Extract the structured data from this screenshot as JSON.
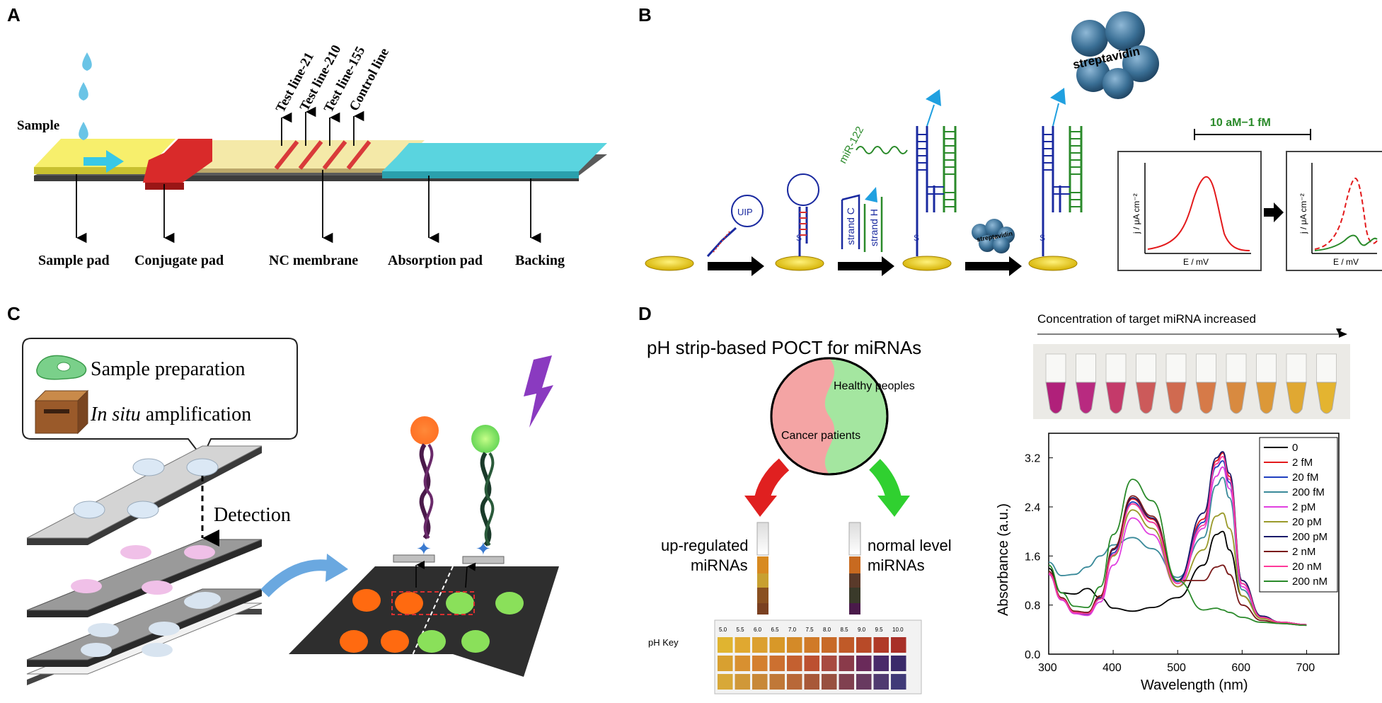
{
  "panels": {
    "a": {
      "letter": "A",
      "sample": "Sample",
      "test_lines": [
        "Test line-21",
        "Test line-210",
        "Test line-155",
        "Control  line"
      ],
      "parts": [
        "Sample pad",
        "Conjugate pad",
        "NC membrane",
        "Absorption pad",
        "Backing"
      ]
    },
    "b": {
      "letter": "B",
      "uip": "UIP",
      "thiol": "S",
      "mirna": "miR-122",
      "strand_c": "strand C",
      "strand_h": "strand H",
      "streptavidin": "streptavidin",
      "range": "10 aM−1 fM",
      "ylabel": "j / μA cm⁻²",
      "xlabel": "E / mV"
    },
    "c": {
      "letter": "C",
      "sample_prep": "Sample preparation",
      "in_situ": "In situ",
      "amplification": " amplification",
      "detection": "Detection"
    },
    "d": {
      "letter": "D",
      "title": "pH strip-based POCT for miRNAs",
      "healthy": "Healthy peoples",
      "cancer": "Cancer patients",
      "up1": "up-regulated",
      "up2": "miRNAs",
      "norm1": "normal level",
      "norm2": "miRNAs",
      "ph_key": "pH Key",
      "ph_values": [
        "5.0",
        "5.5",
        "6.0",
        "6.5",
        "7.0",
        "7.5",
        "8.0",
        "8.5",
        "9.0",
        "9.5",
        "10.0"
      ],
      "concentration": "Concentration of target miRNA increased",
      "tube_colors": [
        "#b0207a",
        "#b82a80",
        "#c43a6a",
        "#cc5a5a",
        "#d06a50",
        "#d67a48",
        "#d88a40",
        "#dc9838",
        "#e0a832",
        "#e4b430"
      ]
    }
  },
  "chart_data": {
    "type": "line",
    "xlabel": "Wavelength (nm)",
    "ylabel": "Absorbance (a.u.)",
    "xlim": [
      300,
      750
    ],
    "ylim": [
      0.0,
      3.6
    ],
    "xticks": [
      300,
      400,
      500,
      600,
      700
    ],
    "yticks": [
      0.0,
      0.8,
      1.6,
      2.4,
      3.2
    ],
    "legend_position": "top-right",
    "series": [
      {
        "name": "0",
        "color": "#000000",
        "x": [
          300,
          320,
          340,
          360,
          380,
          400,
          430,
          460,
          500,
          540,
          560,
          570,
          580,
          600,
          630,
          660,
          700
        ],
        "y": [
          1.4,
          1.0,
          0.98,
          1.07,
          0.92,
          0.75,
          0.7,
          0.76,
          0.92,
          1.45,
          1.95,
          2.0,
          1.7,
          0.95,
          0.6,
          0.52,
          0.48
        ]
      },
      {
        "name": "2 fM",
        "color": "#e31a1c",
        "x": [
          300,
          320,
          340,
          360,
          380,
          400,
          430,
          460,
          500,
          540,
          560,
          570,
          580,
          600,
          630,
          660,
          700
        ],
        "y": [
          1.3,
          0.9,
          0.68,
          0.65,
          0.9,
          1.7,
          2.53,
          2.2,
          1.2,
          2.2,
          3.15,
          3.28,
          2.9,
          1.2,
          0.62,
          0.52,
          0.48
        ]
      },
      {
        "name": "20 fM",
        "color": "#1f3fbf",
        "x": [
          300,
          320,
          340,
          360,
          380,
          400,
          430,
          460,
          500,
          540,
          560,
          570,
          580,
          600,
          630,
          660,
          700
        ],
        "y": [
          1.3,
          0.9,
          0.68,
          0.65,
          0.9,
          1.65,
          2.48,
          2.15,
          1.18,
          2.15,
          3.05,
          3.15,
          2.8,
          1.15,
          0.62,
          0.52,
          0.48
        ]
      },
      {
        "name": "200 fM",
        "color": "#3a8a9a",
        "x": [
          300,
          320,
          340,
          360,
          380,
          400,
          430,
          460,
          500,
          540,
          560,
          570,
          580,
          600,
          630,
          660,
          700
        ],
        "y": [
          1.5,
          1.28,
          1.3,
          1.42,
          1.6,
          1.78,
          1.9,
          1.72,
          1.25,
          1.9,
          2.75,
          2.88,
          2.55,
          1.05,
          0.6,
          0.52,
          0.48
        ]
      },
      {
        "name": "2 pM",
        "color": "#e040e0",
        "x": [
          300,
          320,
          340,
          360,
          380,
          400,
          430,
          460,
          500,
          540,
          560,
          570,
          580,
          600,
          630,
          660,
          700
        ],
        "y": [
          1.3,
          0.88,
          0.66,
          0.63,
          0.85,
          1.45,
          2.22,
          1.95,
          1.1,
          2.05,
          2.9,
          3.05,
          2.7,
          1.1,
          0.6,
          0.52,
          0.48
        ]
      },
      {
        "name": "20 pM",
        "color": "#9a9a2a",
        "x": [
          300,
          320,
          340,
          360,
          380,
          400,
          430,
          460,
          500,
          540,
          560,
          570,
          580,
          600,
          630,
          660,
          700
        ],
        "y": [
          1.35,
          0.92,
          0.7,
          0.68,
          0.95,
          1.6,
          2.35,
          2.05,
          1.1,
          1.7,
          2.25,
          2.3,
          2.05,
          0.95,
          0.58,
          0.52,
          0.48
        ]
      },
      {
        "name": "200 pM",
        "color": "#1a1a6a",
        "x": [
          300,
          320,
          340,
          360,
          380,
          400,
          430,
          460,
          500,
          540,
          560,
          570,
          580,
          600,
          630,
          660,
          700
        ],
        "y": [
          1.32,
          0.9,
          0.68,
          0.66,
          0.92,
          1.7,
          2.55,
          2.22,
          1.2,
          2.3,
          3.2,
          3.3,
          2.95,
          1.2,
          0.62,
          0.52,
          0.48
        ]
      },
      {
        "name": "2 nM",
        "color": "#7a1a1a",
        "x": [
          300,
          320,
          340,
          360,
          380,
          400,
          430,
          460,
          500,
          540,
          560,
          570,
          580,
          600,
          630,
          660,
          700
        ],
        "y": [
          1.35,
          0.92,
          0.7,
          0.68,
          0.95,
          1.72,
          2.58,
          2.25,
          1.2,
          1.2,
          1.42,
          1.45,
          1.3,
          0.8,
          0.55,
          0.5,
          0.47
        ]
      },
      {
        "name": "20 nM",
        "color": "#ff3a9a",
        "x": [
          300,
          320,
          340,
          360,
          380,
          400,
          430,
          460,
          500,
          540,
          560,
          570,
          580,
          600,
          630,
          660,
          700
        ],
        "y": [
          1.32,
          0.9,
          0.68,
          0.66,
          0.9,
          1.62,
          2.45,
          2.15,
          1.15,
          2.1,
          3.1,
          3.22,
          2.85,
          1.15,
          0.6,
          0.52,
          0.48
        ]
      },
      {
        "name": "200 nM",
        "color": "#2a8a2a",
        "x": [
          300,
          320,
          340,
          360,
          380,
          400,
          430,
          460,
          500,
          540,
          560,
          570,
          580,
          600,
          630,
          660,
          700
        ],
        "y": [
          1.45,
          1.0,
          0.78,
          0.76,
          1.1,
          1.95,
          2.85,
          2.5,
          1.2,
          0.72,
          0.75,
          0.72,
          0.68,
          0.6,
          0.52,
          0.5,
          0.47
        ]
      }
    ]
  }
}
